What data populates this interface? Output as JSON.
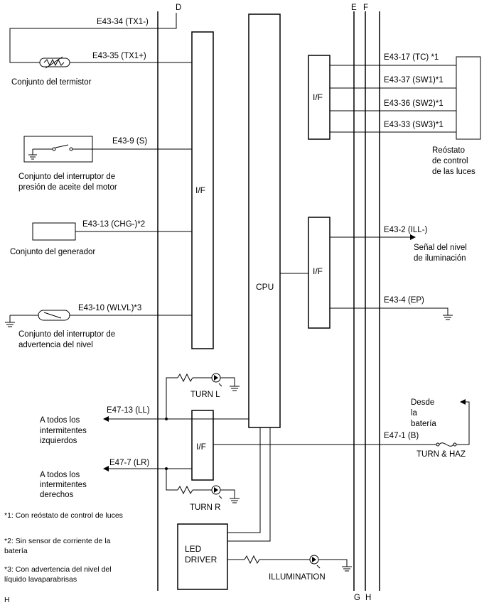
{
  "bus_labels": {
    "d": "D",
    "e": "E",
    "f": "F",
    "g": "G",
    "h": "H"
  },
  "blocks": {
    "if_main": "I/F",
    "cpu": "CPU",
    "if_top": "I/F",
    "if_mid": "I/F",
    "if_bottom": "I/F",
    "led_driver_1": "LED",
    "led_driver_2": "DRIVER"
  },
  "terminals": {
    "tx1_minus": "E43-34 (TX1-)",
    "tx1_plus": "E43-35 (TX1+)",
    "s": "E43-9 (S)",
    "chg": "E43-13 (CHG-)*2",
    "wlvl": "E43-10 (WLVL)*3",
    "tc": "E43-17 (TC) *1",
    "sw1": "E43-37 (SW1)*1",
    "sw2": "E43-36 (SW2)*1",
    "sw3": "E43-33 (SW3)*1",
    "ill": "E43-2 (ILL-)",
    "ep": "E43-4 (EP)",
    "ll": "E47-13 (LL)",
    "lr": "E47-7 (LR)",
    "b": "E47-1 (B)"
  },
  "components": {
    "thermistor": "Conjunto del termistor",
    "oil_switch_1": "Conjunto del interruptor de",
    "oil_switch_2": "presión de aceite del motor",
    "generator": "Conjunto del generador",
    "washer_switch_1": "Conjunto del interruptor de",
    "washer_switch_2": "advertencia del nivel",
    "rheostat_1": "Reóstato",
    "rheostat_2": "de control",
    "rheostat_3": "de las luces",
    "illum_signal_1": "Señal del nivel",
    "illum_signal_2": "de iluminación",
    "turn_l": "TURN L",
    "turn_r": "TURN R",
    "left_flashers_1": "A todos los",
    "left_flashers_2": "intermitentes",
    "left_flashers_3": "izquierdos",
    "right_flashers_1": "A todos los",
    "right_flashers_2": "intermitentes",
    "right_flashers_3": "derechos",
    "battery_1": "Desde",
    "battery_2": "la",
    "battery_3": "batería",
    "fuse": "TURN & HAZ",
    "illumination": "ILLUMINATION"
  },
  "notes": {
    "n1": "*1: Con reóstato de control de luces",
    "n2a": "*2: Sin sensor de corriente de la",
    "n2b": "batería",
    "n3a": "*3: Con advertencia del nivel del",
    "n3b": "líquido lavaparabrisas"
  },
  "corner_tag": "H"
}
